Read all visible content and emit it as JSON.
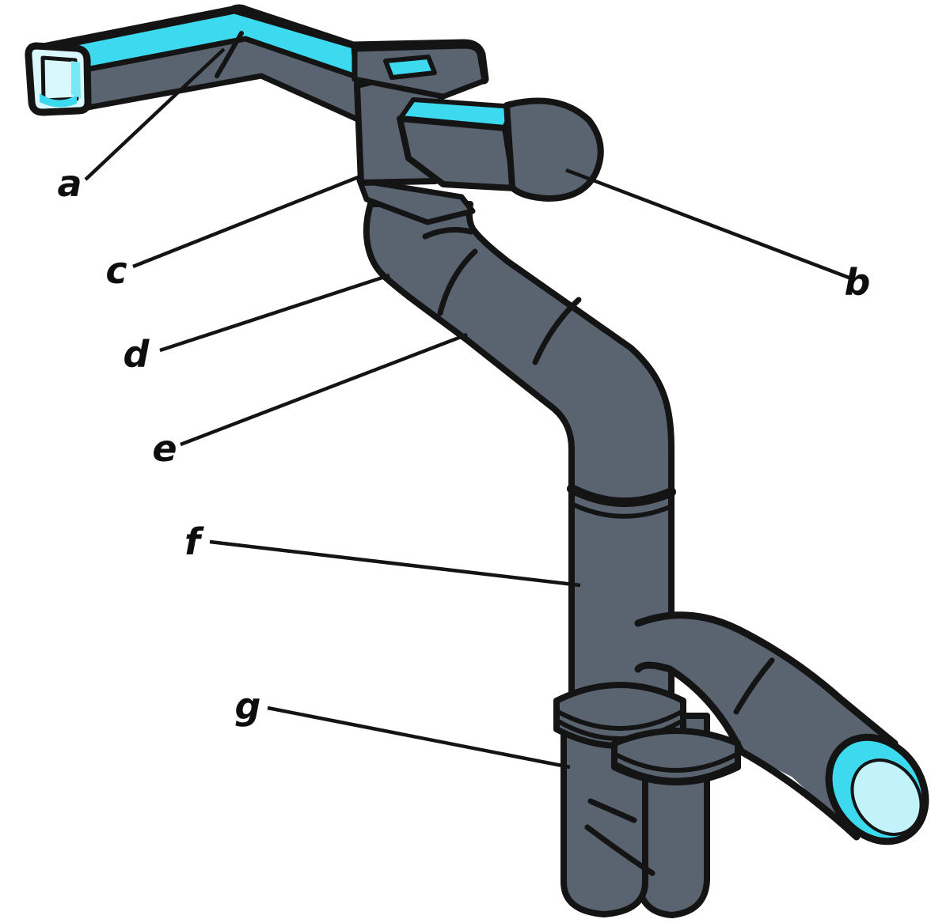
{
  "figure": {
    "labels": [
      {
        "id": "a",
        "text": "a"
      },
      {
        "id": "b",
        "text": "b"
      },
      {
        "id": "c",
        "text": "c"
      },
      {
        "id": "d",
        "text": "d"
      },
      {
        "id": "e",
        "text": "e"
      },
      {
        "id": "f",
        "text": "f"
      },
      {
        "id": "g",
        "text": "g"
      }
    ],
    "colors": {
      "outline": "#141414",
      "pipe-gray": "#5a6370",
      "water-cyan": "#3cd9ef",
      "opening-pale": "#d9f8fd",
      "opening-inner": "#c2f3fb",
      "opening-shade": "#7be6f4",
      "background": "#ffffff"
    }
  }
}
